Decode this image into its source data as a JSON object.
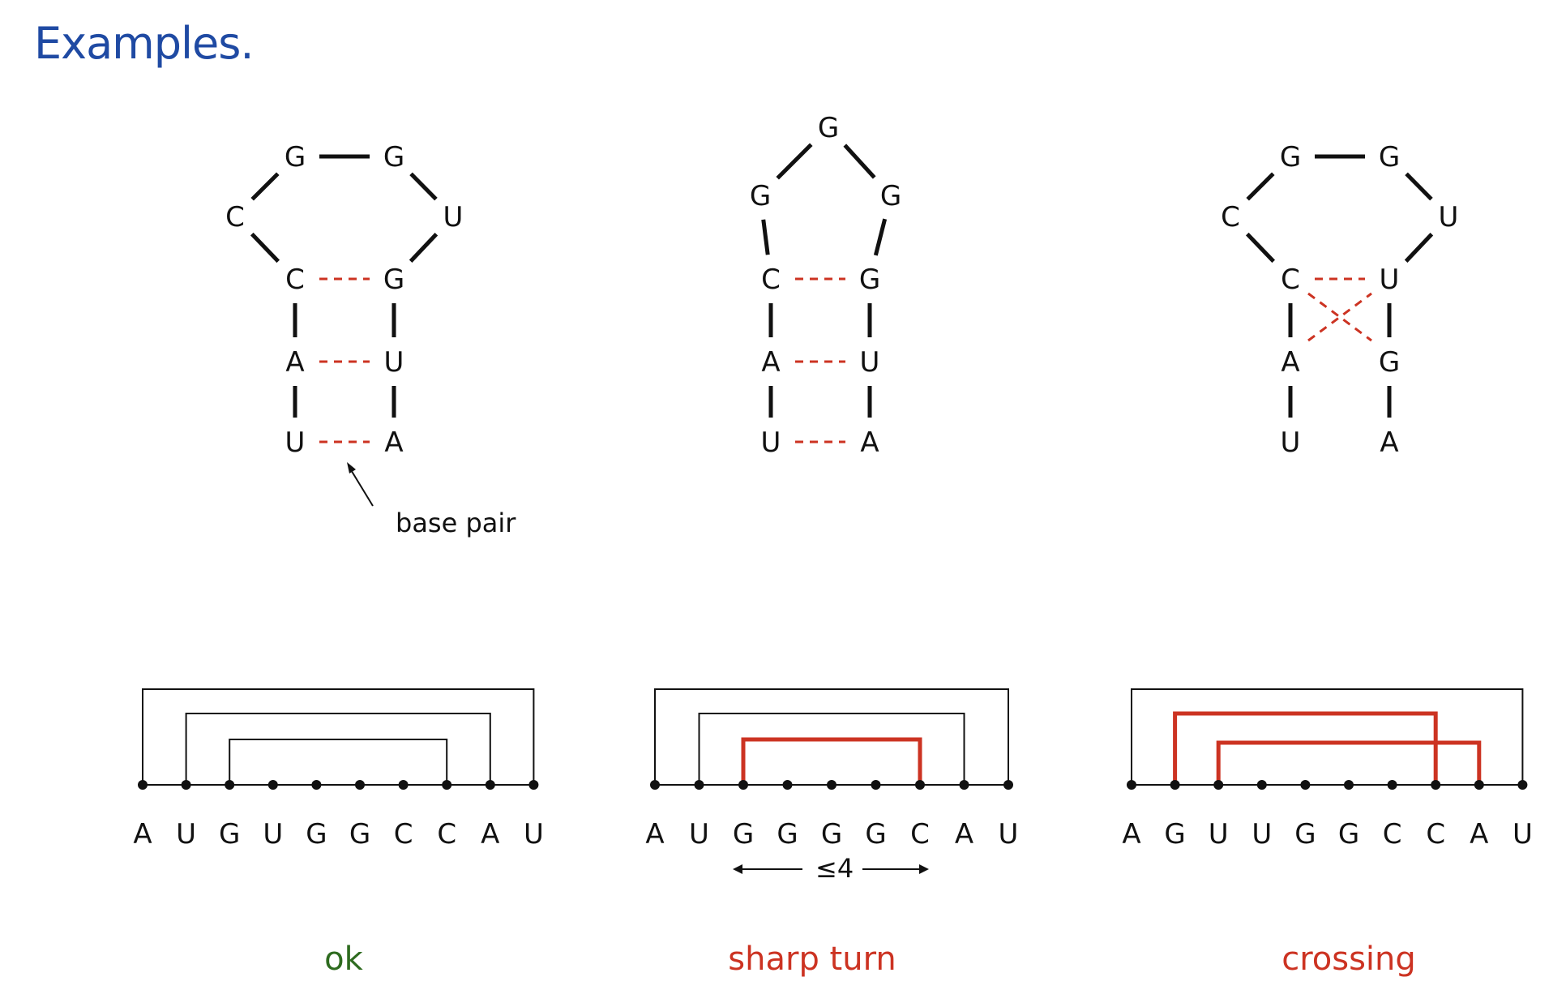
{
  "title": "Examples.",
  "colors": {
    "title": "#1f4aa3",
    "pair": "#cc3322",
    "ok": "#2e6b1f",
    "bad": "#cc3322",
    "ink": "#111111"
  },
  "annotation": {
    "base_pair": "base pair",
    "distance": "≤4"
  },
  "examples": [
    {
      "id": "ok",
      "label": "ok",
      "status": "ok",
      "loop": [
        "U",
        "A",
        "C",
        "G",
        "G",
        "U",
        "G",
        "U",
        "A"
      ],
      "sequence": [
        "A",
        "U",
        "G",
        "U",
        "G",
        "G",
        "C",
        "C",
        "A",
        "U"
      ],
      "arcs": [
        {
          "from": 0,
          "to": 9,
          "bad": false
        },
        {
          "from": 1,
          "to": 8,
          "bad": false
        },
        {
          "from": 2,
          "to": 7,
          "bad": false
        }
      ]
    },
    {
      "id": "sharp-turn",
      "label": "sharp turn",
      "status": "bad",
      "loop": [
        "U",
        "A",
        "C",
        "G",
        "G",
        "G",
        "G",
        "U",
        "A"
      ],
      "sequence": [
        "A",
        "U",
        "G",
        "G",
        "G",
        "G",
        "C",
        "A",
        "U"
      ],
      "arcs": [
        {
          "from": 0,
          "to": 8,
          "bad": false
        },
        {
          "from": 1,
          "to": 7,
          "bad": false
        },
        {
          "from": 2,
          "to": 6,
          "bad": true
        }
      ]
    },
    {
      "id": "crossing",
      "label": "crossing",
      "status": "bad",
      "loop": [
        "U",
        "A",
        "C",
        "G",
        "G",
        "U",
        "U",
        "G",
        "A"
      ],
      "sequence": [
        "A",
        "G",
        "U",
        "U",
        "G",
        "G",
        "C",
        "C",
        "A",
        "U"
      ],
      "arcs": [
        {
          "from": 0,
          "to": 9,
          "bad": false
        },
        {
          "from": 1,
          "to": 7,
          "bad": true
        },
        {
          "from": 2,
          "to": 8,
          "bad": true
        }
      ]
    }
  ]
}
